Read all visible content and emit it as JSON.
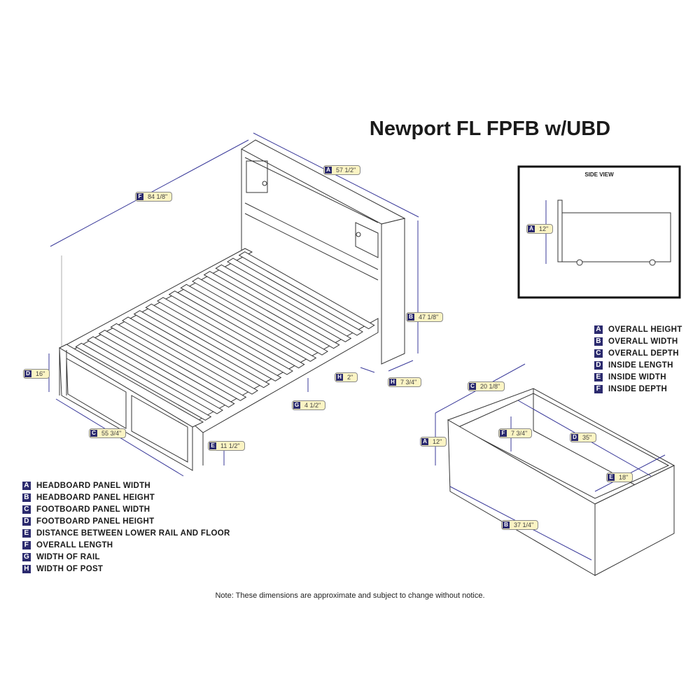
{
  "title": "Newport FL FPFB w/UBD",
  "side_view": {
    "title": "SIDE VIEW",
    "dims": [
      {
        "letter": "A",
        "value": "12\""
      }
    ]
  },
  "bed_dims": [
    {
      "letter": "A",
      "value": "57 1/2\""
    },
    {
      "letter": "F",
      "value": "84 1/8\""
    },
    {
      "letter": "B",
      "value": "47 1/8\""
    },
    {
      "letter": "D",
      "value": "16\""
    },
    {
      "letter": "H",
      "value": "2\""
    },
    {
      "letter": "H",
      "value": "7 3/4\""
    },
    {
      "letter": "G",
      "value": "4 1/2\""
    },
    {
      "letter": "C",
      "value": "55 3/4\""
    },
    {
      "letter": "E",
      "value": "11 1/2\""
    }
  ],
  "drawer_dims": [
    {
      "letter": "C",
      "value": "20 1/8\""
    },
    {
      "letter": "A",
      "value": "12\""
    },
    {
      "letter": "F",
      "value": "7 3/4\""
    },
    {
      "letter": "D",
      "value": "35\""
    },
    {
      "letter": "E",
      "value": "18\""
    },
    {
      "letter": "B",
      "value": "37 1/4\""
    }
  ],
  "bed_legend": [
    {
      "letter": "A",
      "label": "HEADBOARD PANEL WIDTH"
    },
    {
      "letter": "B",
      "label": "HEADBOARD PANEL HEIGHT"
    },
    {
      "letter": "C",
      "label": "FOOTBOARD PANEL WIDTH"
    },
    {
      "letter": "D",
      "label": "FOOTBOARD PANEL HEIGHT"
    },
    {
      "letter": "E",
      "label": "DISTANCE BETWEEN LOWER RAIL AND FLOOR"
    },
    {
      "letter": "F",
      "label": "OVERALL LENGTH"
    },
    {
      "letter": "G",
      "label": "WIDTH OF RAIL"
    },
    {
      "letter": "H",
      "label": "WIDTH OF POST"
    }
  ],
  "drawer_legend": [
    {
      "letter": "A",
      "label": "OVERALL HEIGHT"
    },
    {
      "letter": "B",
      "label": "OVERALL WIDTH"
    },
    {
      "letter": "C",
      "label": "OVERALL DEPTH"
    },
    {
      "letter": "D",
      "label": "INSIDE LENGTH"
    },
    {
      "letter": "E",
      "label": "INSIDE WIDTH"
    },
    {
      "letter": "F",
      "label": "INSIDE DEPTH"
    }
  ],
  "note": "Note:  These dimensions are approximate and subject to change without notice.",
  "colors": {
    "badge": "#2b2a6e",
    "label_bg": "#fbf4c4",
    "dim_line": "#3a3a9a"
  }
}
